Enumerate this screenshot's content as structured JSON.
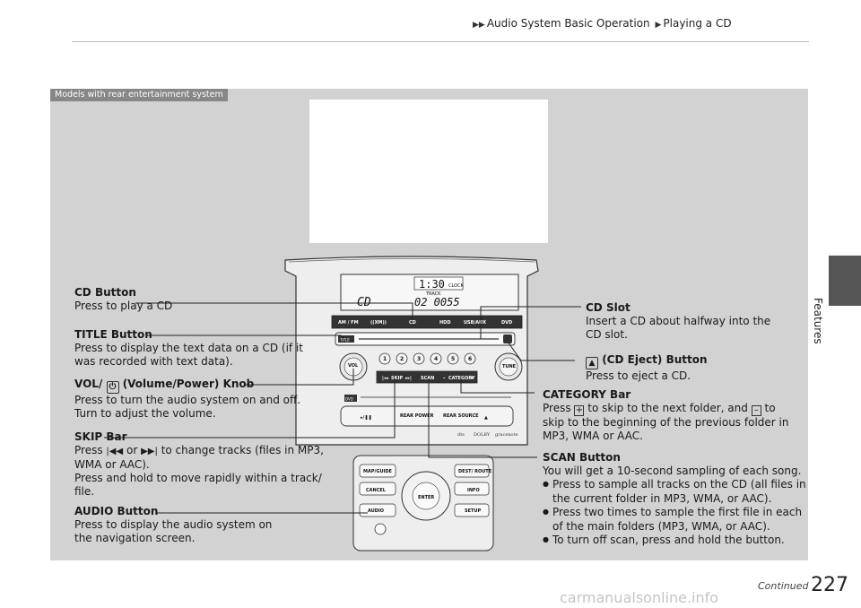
{
  "breadcrumb": [
    "Audio System Basic Operation",
    "Playing a CD"
  ],
  "side_tab_label": "Features",
  "badge": "Models with rear entertainment system",
  "display": {
    "clock": "1:30",
    "clock_label": "CLOCK",
    "track_label": "TRACK",
    "mode": "CD",
    "track_time": "02 0055"
  },
  "unit_buttons": [
    "AM / FM",
    "CD",
    "HDD",
    "USB/AUX",
    "DVD",
    "TITLE",
    "VOL",
    "TUNE",
    "SKIP",
    "SCAN",
    "CATEGORY",
    "REAR POWER",
    "REAR SOURCE",
    "MAP/GUIDE",
    "DEST/ ROUTE",
    "CANCEL",
    "ENTER",
    "INFO",
    "AUDIO",
    "SETUP"
  ],
  "presets": [
    "1",
    "2",
    "3",
    "4",
    "5",
    "6"
  ],
  "callouts": {
    "cd_button": {
      "title": "CD Button",
      "lines": [
        "Press to play a CD"
      ]
    },
    "title_button": {
      "title": "TITLE Button",
      "lines": [
        "Press to display the text data on a CD (if it",
        "was recorded with text data)."
      ]
    },
    "vol_knob": {
      "title_a": "VOL/",
      "title_b": "(Volume/Power) Knob",
      "lines": [
        "Press to turn the audio system on and off.",
        "Turn to adjust the volume."
      ]
    },
    "skip_bar": {
      "title": "SKIP Bar",
      "line1_a": "Press",
      "line1_b": "or",
      "line1_c": "to change tracks (files in MP3,",
      "lines": [
        "WMA or AAC).",
        "Press and hold to move rapidly within a track/",
        "file."
      ]
    },
    "audio_button": {
      "title": "AUDIO Button",
      "lines": [
        "Press to display the audio system on",
        "the navigation screen."
      ]
    },
    "cd_slot": {
      "title": "CD Slot",
      "lines": [
        "Insert a CD about halfway into the",
        "CD slot."
      ]
    },
    "cd_eject": {
      "title": "(CD Eject) Button",
      "lines": [
        "Press to eject a CD."
      ]
    },
    "category_bar": {
      "title": "CATEGORY Bar",
      "line1_a": "Press",
      "line1_b": "to skip to the next folder, and",
      "line1_c": "to",
      "lines": [
        "skip to the beginning of the previous folder in",
        "MP3, WMA or AAC."
      ]
    },
    "scan_button": {
      "title": "SCAN Button",
      "line1": "You will get a 10-second sampling of each song.",
      "bullets": [
        [
          "Press to sample all tracks on the CD (all files in",
          "the current folder in MP3, WMA, or AAC)."
        ],
        [
          "Press two times to sample the first file in each",
          "of the main folders (MP3, WMA, or AAC)."
        ],
        [
          "To turn off scan, press and hold the button."
        ]
      ]
    }
  },
  "page_number": "227",
  "continued": "Continued",
  "watermark": "carmanualsonline.info",
  "colors": {
    "panel": "#d2d2d2",
    "badge": "#878787",
    "side_tab": "#555555"
  }
}
